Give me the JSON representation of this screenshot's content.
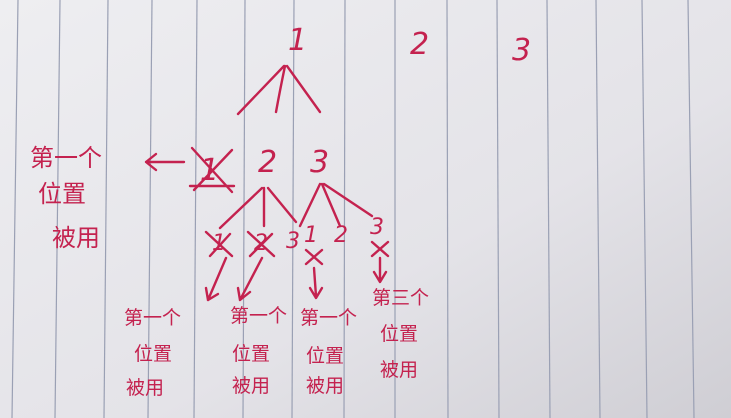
{
  "page": {
    "paper_color": "#e7e6ea",
    "rule_color": "#9aa0b4",
    "ink_color": "#c4224f"
  },
  "tree": {
    "top_numbers": [
      "1",
      "2",
      "3"
    ],
    "level1": [
      "1",
      "2",
      "3"
    ],
    "branch_2_children": [
      "1",
      "2",
      "3"
    ],
    "branch_3_children": [
      "1",
      "2",
      "3"
    ]
  },
  "notes": {
    "left": [
      "第一个",
      "位置",
      "被用"
    ],
    "a": [
      "第一个",
      "位置",
      "被用"
    ],
    "b": [
      "第一个",
      "位置",
      "被用"
    ],
    "c": [
      "第一个",
      "位置",
      "被用"
    ],
    "d": [
      "第三个",
      "位置",
      "被用"
    ]
  }
}
